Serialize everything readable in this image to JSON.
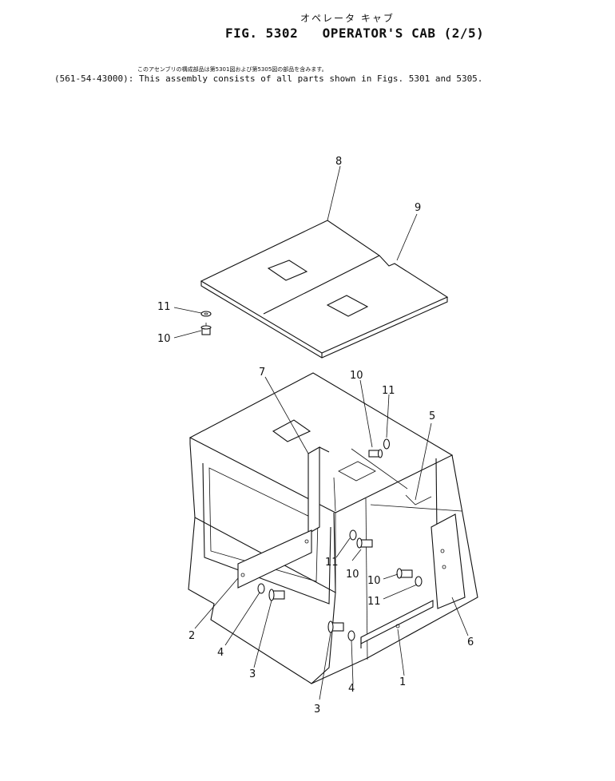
{
  "header": {
    "japanese_title": "オペレータ キャブ",
    "figure_number": "FIG. 5302",
    "title": "OPERATOR'S CAB (2/5)",
    "japanese_note": "このアセンブリの構成部品は第5301図および第5305図の部品を含みます。",
    "part_number": "(561-54-43000)",
    "assembly_note": ": This assembly consists of all parts shown in Figs. 5301 and 5305."
  },
  "callouts": [
    "1",
    "2",
    "3",
    "3",
    "4",
    "4",
    "5",
    "6",
    "7",
    "8",
    "9",
    "10",
    "10",
    "10",
    "10",
    "11",
    "11",
    "11",
    "11"
  ],
  "colors": {
    "line": "#111111",
    "background": "#ffffff"
  }
}
